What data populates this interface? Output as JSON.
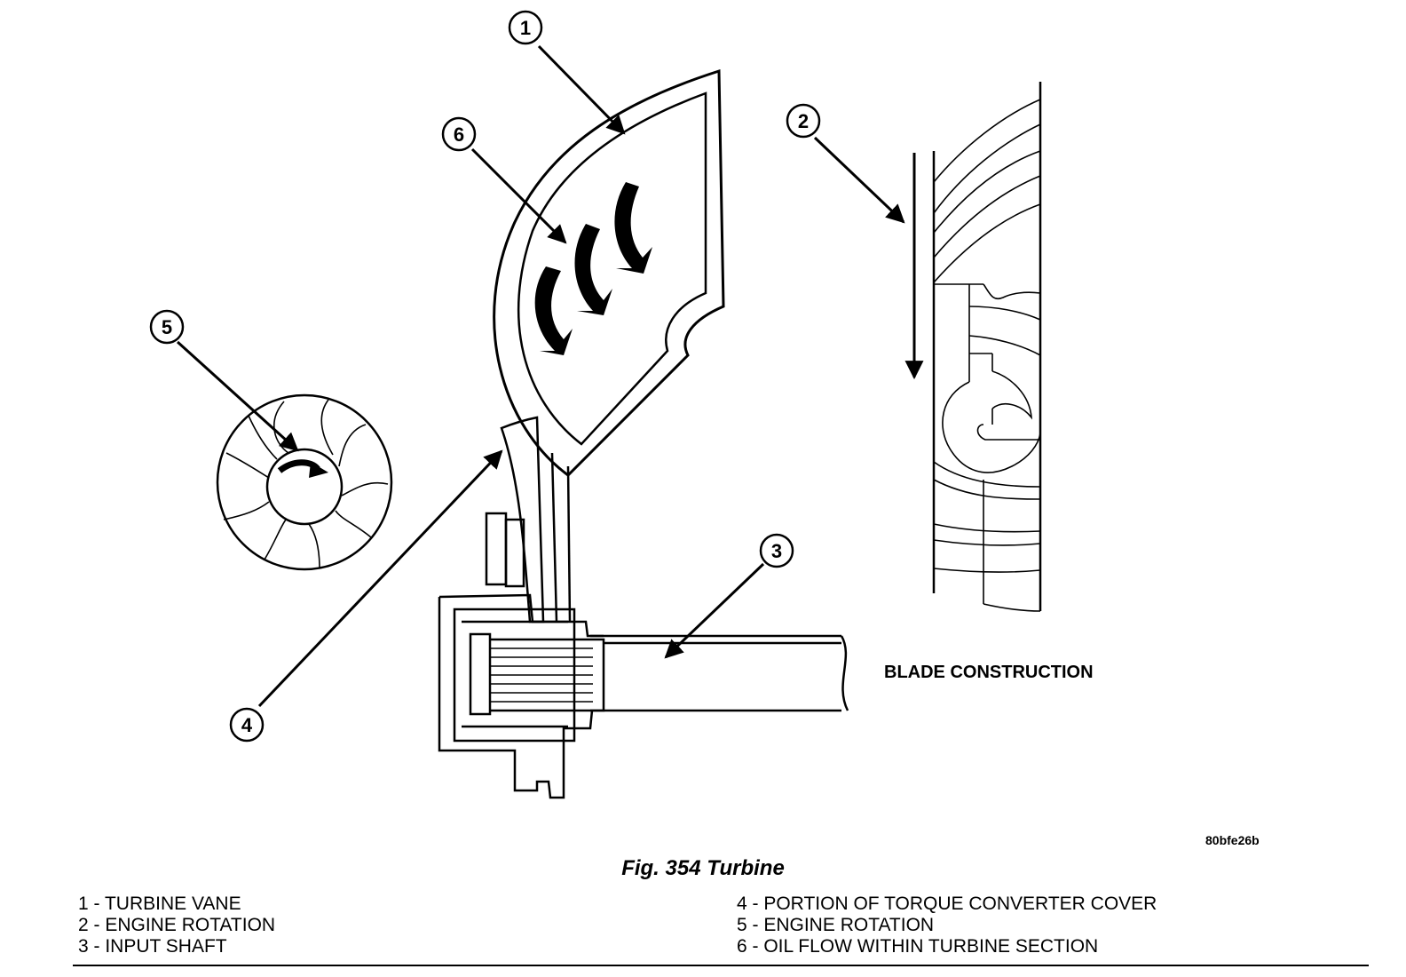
{
  "figure": {
    "callouts": [
      "1",
      "2",
      "3",
      "4",
      "5",
      "6"
    ],
    "blade_construction_label": "BLADE CONSTRUCTION",
    "code": "80bfe26b",
    "caption": "Fig. 354 Turbine"
  },
  "legend": {
    "left": [
      "1 - TURBINE VANE",
      "2 - ENGINE ROTATION",
      "3 - INPUT SHAFT"
    ],
    "right": [
      "4 - PORTION OF TORQUE CONVERTER COVER",
      "5 - ENGINE ROTATION",
      "6 - OIL FLOW WITHIN TURBINE SECTION"
    ]
  }
}
